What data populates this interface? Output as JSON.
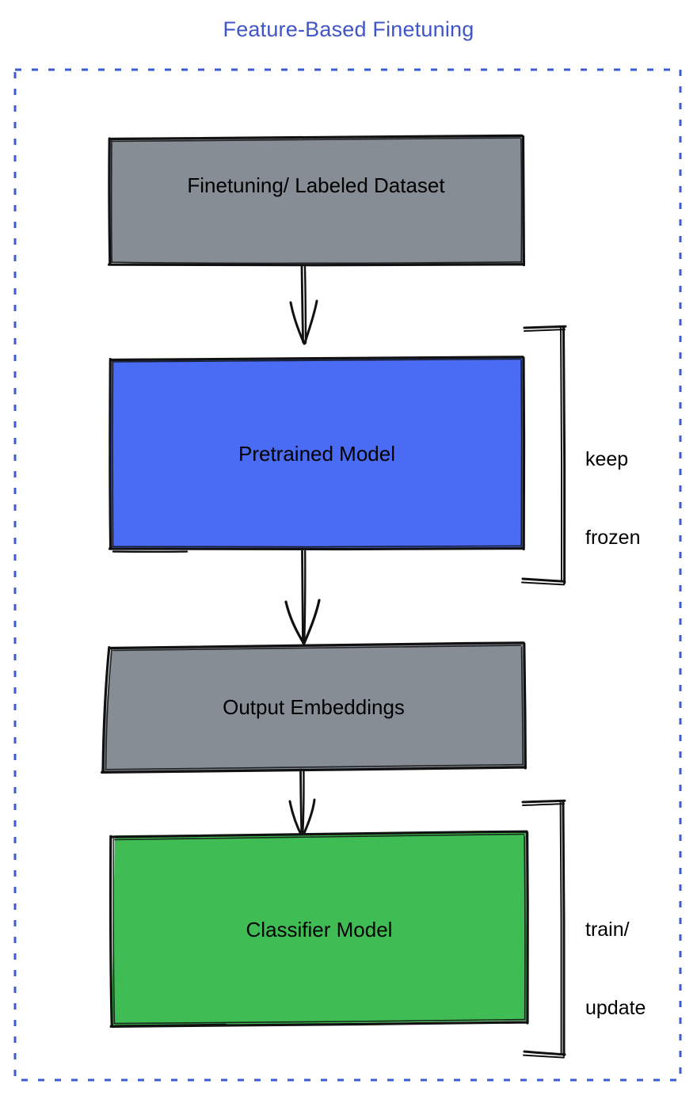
{
  "title": "Feature-Based Finetuning",
  "colors": {
    "title_text": "#4055c7",
    "dashed_border": "#3b5bd4",
    "box_gray": "#868d95",
    "box_blue": "#4a6bf3",
    "box_green": "#3fbd54",
    "stroke": "#111111",
    "label_text": "#000000",
    "background": "#ffffff"
  },
  "diagram": {
    "type": "flowchart",
    "orientation": "top-to-bottom",
    "container": {
      "name": "feature-based-finetuning-group",
      "border_style": "dashed"
    },
    "nodes": [
      {
        "id": "dataset",
        "label": "Finetuning/ Labeled Dataset",
        "fill": "gray",
        "shape": "rectangle"
      },
      {
        "id": "pretrained",
        "label": "Pretrained Model",
        "fill": "blue",
        "shape": "rectangle"
      },
      {
        "id": "embeddings",
        "label": "Output Embeddings",
        "fill": "gray",
        "shape": "rectangle"
      },
      {
        "id": "classifier",
        "label": "Classifier Model",
        "fill": "green",
        "shape": "rectangle"
      }
    ],
    "edges": [
      {
        "from": "dataset",
        "to": "pretrained",
        "style": "arrow"
      },
      {
        "from": "pretrained",
        "to": "embeddings",
        "style": "arrow"
      },
      {
        "from": "embeddings",
        "to": "classifier",
        "style": "arrow"
      }
    ],
    "annotations": [
      {
        "id": "keep-frozen",
        "text": "keep\nfrozen",
        "line1": "keep",
        "line2": "frozen",
        "targets": [
          "pretrained"
        ],
        "bracket": "right"
      },
      {
        "id": "train-update",
        "text": "train/\nupdate",
        "line1": "train/",
        "line2": "update",
        "targets": [
          "classifier"
        ],
        "bracket": "right"
      }
    ]
  }
}
